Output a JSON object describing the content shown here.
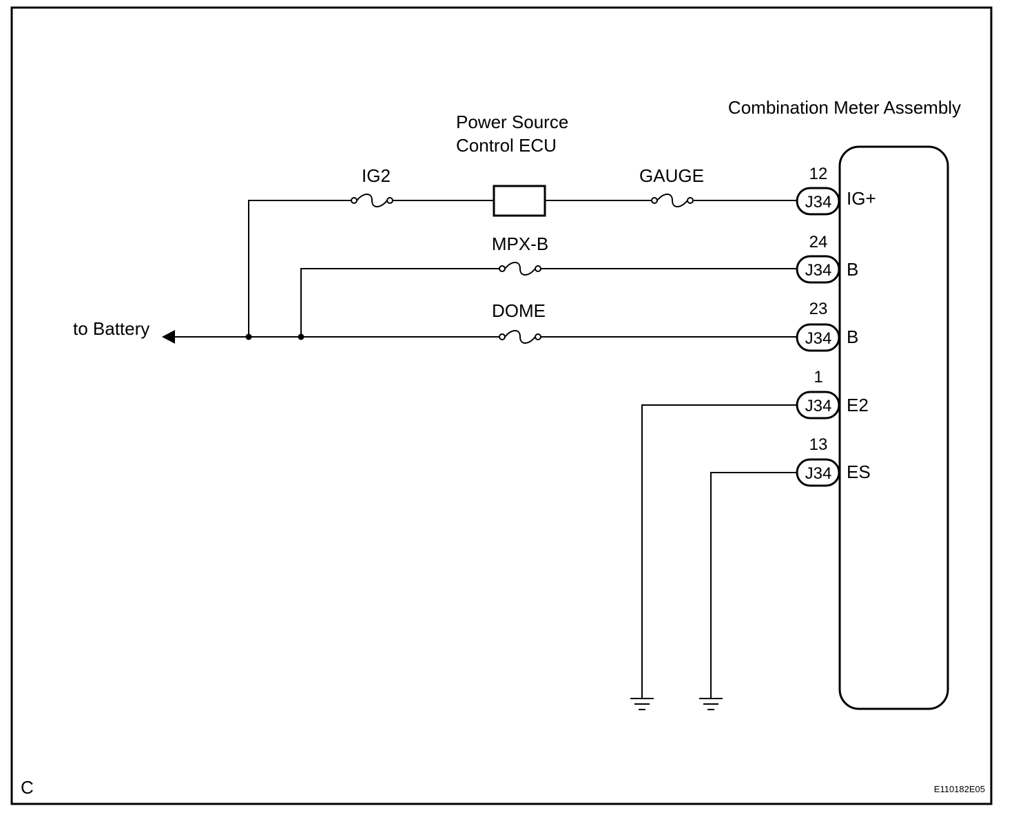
{
  "components": {
    "combination_meter": "Combination Meter Assembly",
    "power_source_ecu_line1": "Power Source",
    "power_source_ecu_line2": "Control ECU",
    "battery": "to Battery"
  },
  "fuses": {
    "ig2": "IG2",
    "gauge": "GAUGE",
    "mpx_b": "MPX-B",
    "dome": "DOME"
  },
  "pins": [
    {
      "number": "12",
      "connector": "J34",
      "terminal": "IG+"
    },
    {
      "number": "24",
      "connector": "J34",
      "terminal": "B"
    },
    {
      "number": "23",
      "connector": "J34",
      "terminal": "B"
    },
    {
      "number": "1",
      "connector": "J34",
      "terminal": "E2"
    },
    {
      "number": "13",
      "connector": "J34",
      "terminal": "ES"
    }
  ],
  "footer": {
    "left_code": "C",
    "figure_code": "E110182E05"
  }
}
